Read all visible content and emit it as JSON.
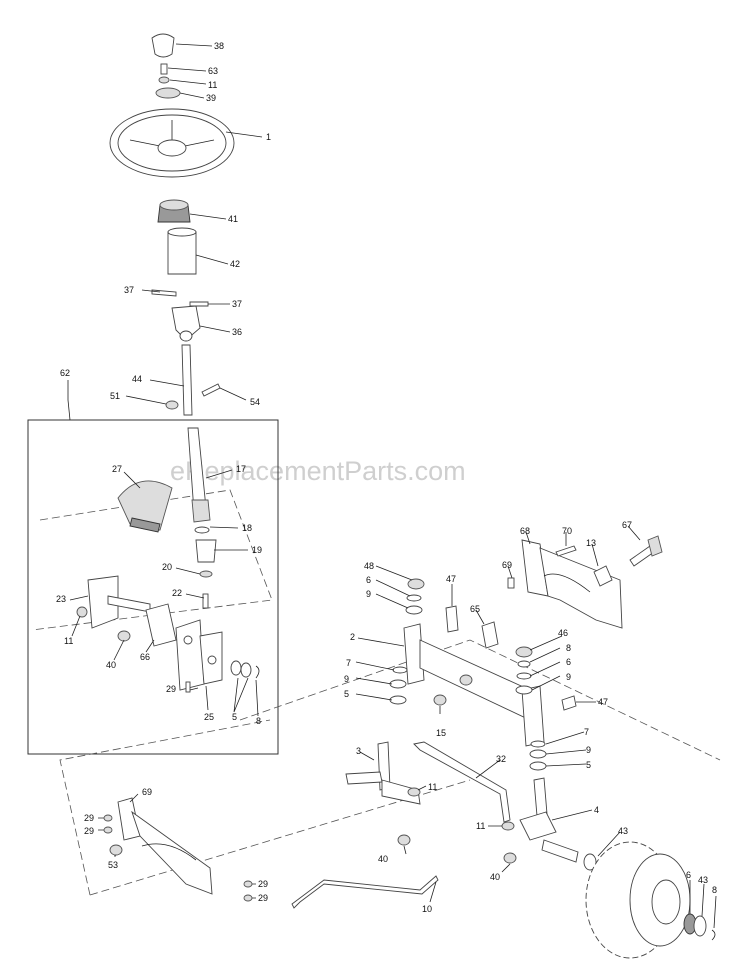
{
  "watermark": "eReplacementParts.com",
  "callouts": {
    "c38": "38",
    "c63": "63",
    "c11a": "11",
    "c39": "39",
    "c1": "1",
    "c41": "41",
    "c42": "42",
    "c37a": "37",
    "c37b": "37",
    "c36": "36",
    "c62": "62",
    "c44": "44",
    "c51": "51",
    "c54": "54",
    "c17": "17",
    "c27": "27",
    "c18": "18",
    "c19": "19",
    "c20": "20",
    "c22": "22",
    "c23": "23",
    "c11b": "11",
    "c40a": "40",
    "c66": "66",
    "c29a": "29",
    "c25": "25",
    "c5a": "5",
    "c8a": "8",
    "c68": "68",
    "c70": "70",
    "c67": "67",
    "c13": "13",
    "c69": "69",
    "c48": "48",
    "c6a": "6",
    "c9a": "9",
    "c47a": "47",
    "c65": "65",
    "c2": "2",
    "c7a": "7",
    "c9b": "9",
    "c5b": "5",
    "c15": "15",
    "c46": "46",
    "c8b": "8",
    "c6b": "6",
    "c9c": "9",
    "c47b": "47",
    "c7b": "7",
    "c9d": "9",
    "c5c": "5",
    "c32": "32",
    "c3": "3",
    "c11c": "11",
    "c11d": "11",
    "c4": "4",
    "c43a": "43",
    "c40b": "40",
    "c40c": "40",
    "c6c": "6",
    "c43b": "43",
    "c8c": "8",
    "c69b": "69",
    "c29b": "29",
    "c29c": "29",
    "c53": "53",
    "c29d": "29",
    "c29e": "29",
    "c10": "10"
  }
}
